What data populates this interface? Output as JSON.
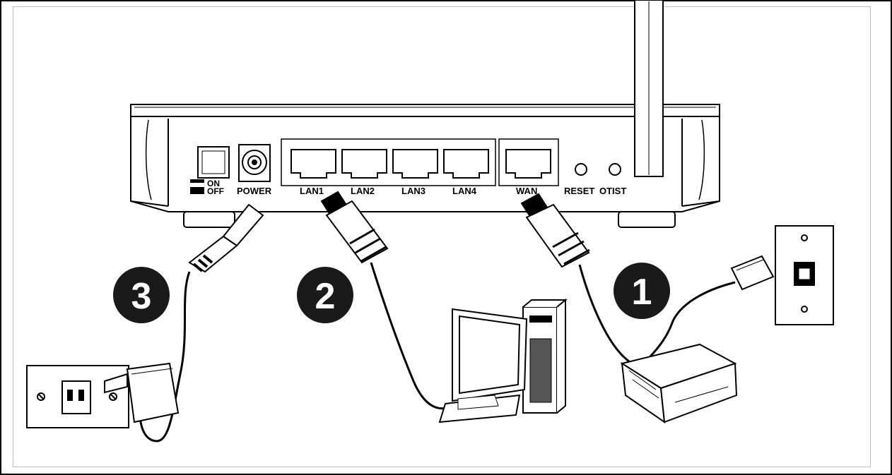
{
  "router_labels": {
    "on": "ON",
    "off": "OFF",
    "power": "POWER",
    "lan1": "LAN1",
    "lan2": "LAN2",
    "lan3": "LAN3",
    "lan4": "LAN4",
    "wan": "WAN",
    "reset": "RESET",
    "otist": "OTIST"
  },
  "steps": [
    {
      "number": "1"
    },
    {
      "number": "2"
    },
    {
      "number": "3"
    }
  ],
  "colors": {
    "line": "#000000",
    "badge": "#1a1a1a",
    "router_shade": "#f2f2f2"
  }
}
